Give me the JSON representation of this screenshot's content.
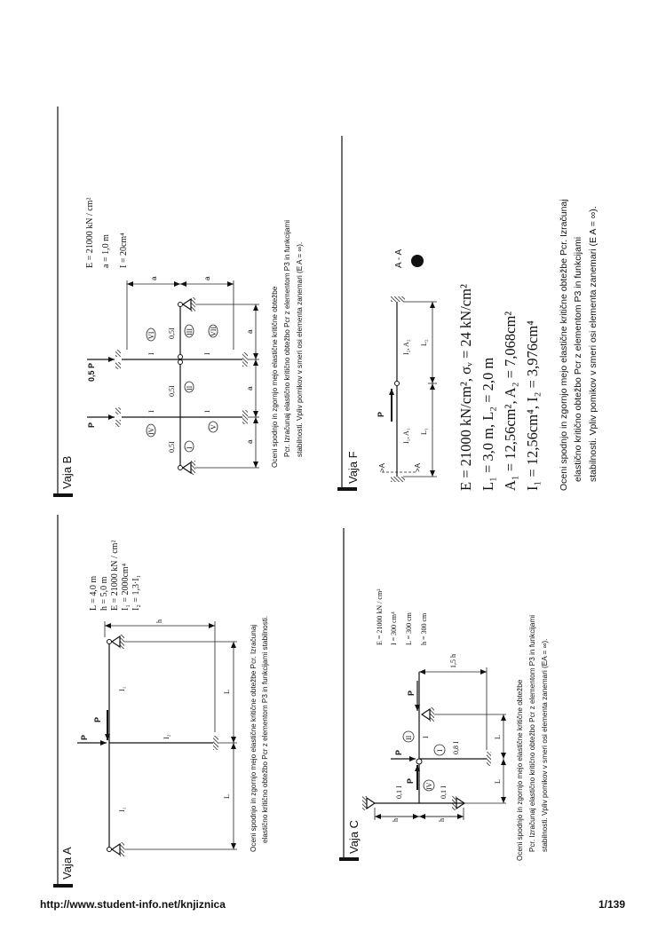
{
  "vaja_b": {
    "title": "Vaja B",
    "params": [
      "E = 21000 kN / cm²",
      "a = 1,0 m",
      "I = 20cm⁴"
    ],
    "loads": [
      "P",
      "0,5 P"
    ],
    "members": [
      "0,5I",
      "0,5I",
      "0,5I",
      "I",
      "I",
      "I",
      "I"
    ],
    "element_ids": [
      "I",
      "IV",
      "V",
      "II",
      "VI",
      "III",
      "VII"
    ],
    "dim": "a",
    "desc": [
      "Oceni spodnjo in zgornjo mejo elastične kritične obtežbe",
      "Pcr. Izračunaj elastično kritično obtežbo Pcr z elementom P3 in funkcijami",
      "stabilnosti. Vpliv pomikov v smeri osi elementa zanemari (E A = ∞)."
    ]
  },
  "vaja_a": {
    "title": "Vaja A",
    "params": [
      "L = 4,0 m",
      "h = 5,0 m",
      "E = 21000 kN / cm²",
      "I₁ = 2000cm⁴",
      "I₂ = 1,3·I₁"
    ],
    "loads": [
      "P",
      "P"
    ],
    "members": [
      "I₁",
      "I₁",
      "I₂"
    ],
    "dims": [
      "L",
      "L",
      "h"
    ],
    "desc": [
      "Oceni spodnjo in zgornjo mejo elastične kritične obtežbe Pcr. Izračunaj",
      "elastično kritično obtežbo Pcr z elementom P3 in funkcijami stabilnosti."
    ]
  },
  "vaja_f": {
    "title": "Vaja F",
    "load": "P",
    "section_marks": [
      ">A",
      ">A"
    ],
    "section_label": "A - A",
    "members": [
      "I₁, A₁",
      "I₂, A₂"
    ],
    "dims": [
      "L₁",
      "L₂"
    ],
    "params": [
      "E = 21000 kN/cm², σᵥ = 24 kN/cm²",
      "L₁ = 3,0 m, L₂ = 2,0 m",
      "A₁ = 12,56cm², A₂ = 7,068cm²",
      "I₁ = 12,56cm⁴, I₂ = 3,976cm⁴"
    ],
    "desc": [
      "Oceni spodnjo in zgornjo mejo elastične kritične obtežbe Pcr. Izračunaj",
      "elastično kritično obtežbo Pcr z elementom P3 in funkcijami",
      "stabilnosti. Vpliv pomikov v smeri osi elementa zanemari (E A = ∞)."
    ]
  },
  "vaja_c": {
    "title": "Vaja C",
    "params": [
      "E = 21000 kN / cm²",
      "I = 300 cm⁴",
      "L = 300 cm",
      "h = 300 cm"
    ],
    "loads": [
      "P",
      "P",
      "P"
    ],
    "members": [
      "0,1 I",
      "0,1 I",
      "I",
      "0,8 I"
    ],
    "element_ids": [
      "II",
      "I",
      "IV"
    ],
    "dims": [
      "h",
      "h",
      "L",
      "L",
      "1,5 h"
    ],
    "desc": [
      "Oceni spodnjo in zgornjo mejo elastične kritične obtežbe",
      "Pcr. Izračunaj elastično kritično obtežbo Pcr z elementom P3 in funkcijami",
      "stabilnosti. Vpliv pomikov v smeri osi elementa zanemari (EA = ∞)."
    ]
  },
  "footer": {
    "url": "http://www.student-info.net/knjiznica",
    "page": "1/139"
  }
}
